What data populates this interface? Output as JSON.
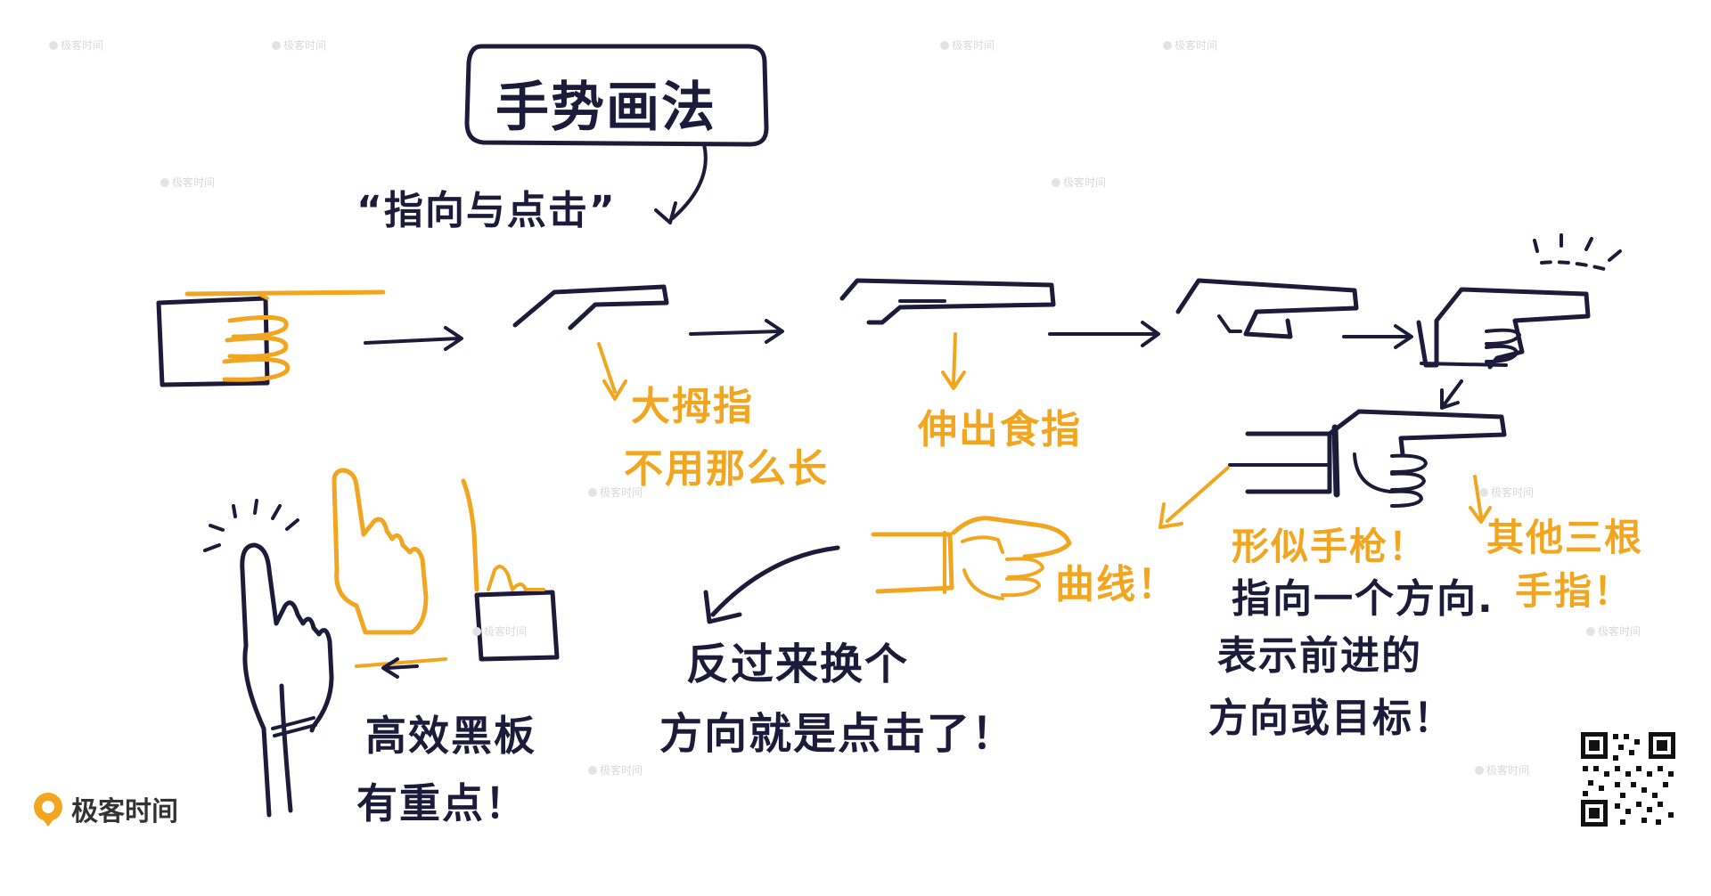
{
  "title": "手势画法",
  "subtitle": "“指向与点击”",
  "notes": {
    "thumb": [
      "大拇指",
      "不用那么长"
    ],
    "index": "伸出食指",
    "curve": "曲线！",
    "gun": "形似手枪！",
    "pointing": [
      "指向一个方向.",
      "表示前进的",
      "方向或目标！"
    ],
    "other_fingers": [
      "其他三根",
      "手指！"
    ],
    "click": [
      "反过来换个",
      "方向就是点击了！"
    ],
    "highlight": [
      "高效黑板",
      "有重点！"
    ]
  },
  "watermark": "极客时间",
  "logo": {
    "text": "极客时间",
    "brand_color": "#f2a51f",
    "ink_color": "#1e1a3a"
  },
  "qr_code": "qr-code"
}
